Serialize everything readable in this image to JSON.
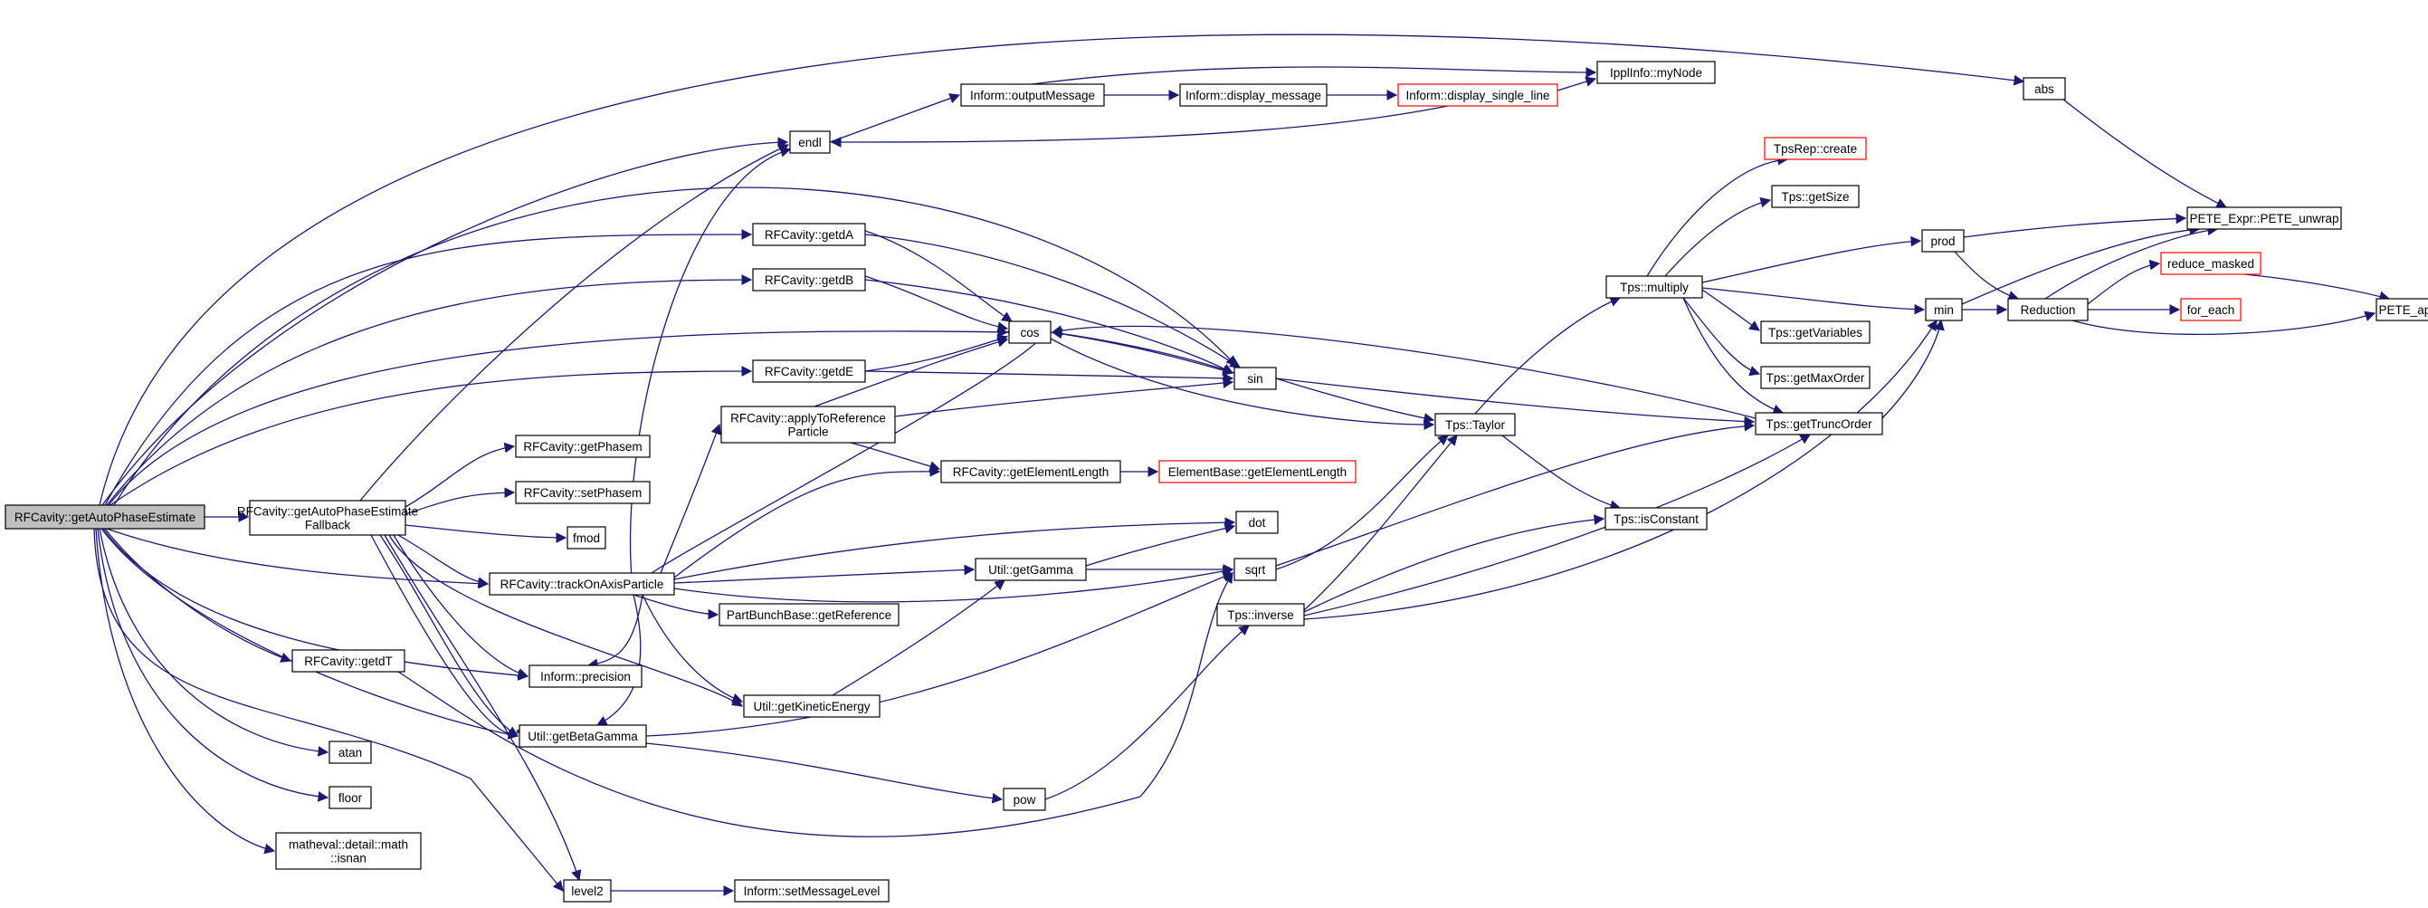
{
  "graph": {
    "colors": {
      "edge": "#191970",
      "node_border": "#000000",
      "truncated_border": "#ff0000",
      "root_fill": "#bfbfbf",
      "background": "#ffffff"
    },
    "nodes": [
      {
        "id": "root",
        "label": [
          "RFCavity::getAutoPhaseEstimate"
        ],
        "root": true
      },
      {
        "id": "fallback",
        "label": [
          "RFCavity::getAutoPhaseEstimate",
          "Fallback"
        ]
      },
      {
        "id": "endl",
        "label": [
          "endl"
        ]
      },
      {
        "id": "outputMessage",
        "label": [
          "Inform::outputMessage"
        ]
      },
      {
        "id": "display_message",
        "label": [
          "Inform::display_message"
        ]
      },
      {
        "id": "display_single_line",
        "label": [
          "Inform::display_single_line"
        ],
        "red": true
      },
      {
        "id": "myNode",
        "label": [
          "IpplInfo::myNode"
        ]
      },
      {
        "id": "abs",
        "label": [
          "abs"
        ]
      },
      {
        "id": "getdA",
        "label": [
          "RFCavity::getdA"
        ]
      },
      {
        "id": "getdB",
        "label": [
          "RFCavity::getdB"
        ]
      },
      {
        "id": "cos",
        "label": [
          "cos"
        ]
      },
      {
        "id": "getdE",
        "label": [
          "RFCavity::getdE"
        ]
      },
      {
        "id": "applyToRef",
        "label": [
          "RFCavity::applyToReference",
          "Particle"
        ]
      },
      {
        "id": "sin",
        "label": [
          "sin"
        ]
      },
      {
        "id": "getPhasem",
        "label": [
          "RFCavity::getPhasem"
        ]
      },
      {
        "id": "setPhasem",
        "label": [
          "RFCavity::setPhasem"
        ]
      },
      {
        "id": "getElementLength",
        "label": [
          "RFCavity::getElementLength"
        ]
      },
      {
        "id": "EBgetElementLength",
        "label": [
          "ElementBase::getElementLength"
        ],
        "red": true
      },
      {
        "id": "fmod",
        "label": [
          "fmod"
        ]
      },
      {
        "id": "trackOnAxis",
        "label": [
          "RFCavity::trackOnAxisParticle"
        ]
      },
      {
        "id": "dot",
        "label": [
          "dot"
        ]
      },
      {
        "id": "getGamma",
        "label": [
          "Util::getGamma"
        ]
      },
      {
        "id": "sqrt",
        "label": [
          "sqrt"
        ]
      },
      {
        "id": "getReference",
        "label": [
          "PartBunchBase::getReference"
        ]
      },
      {
        "id": "getdT",
        "label": [
          "RFCavity::getdT"
        ]
      },
      {
        "id": "precision",
        "label": [
          "Inform::precision"
        ]
      },
      {
        "id": "getKineticEnergy",
        "label": [
          "Util::getKineticEnergy"
        ]
      },
      {
        "id": "getBetaGamma",
        "label": [
          "Util::getBetaGamma"
        ]
      },
      {
        "id": "atan",
        "label": [
          "atan"
        ]
      },
      {
        "id": "floor",
        "label": [
          "floor"
        ]
      },
      {
        "id": "pow",
        "label": [
          "pow"
        ]
      },
      {
        "id": "isnan",
        "label": [
          "matheval::detail::math",
          "::isnan"
        ]
      },
      {
        "id": "level2",
        "label": [
          "level2"
        ]
      },
      {
        "id": "setMessageLevel",
        "label": [
          "Inform::setMessageLevel"
        ]
      },
      {
        "id": "inverse",
        "label": [
          "Tps::inverse"
        ]
      },
      {
        "id": "Taylor",
        "label": [
          "Tps::Taylor"
        ]
      },
      {
        "id": "isConstant",
        "label": [
          "Tps::isConstant"
        ]
      },
      {
        "id": "multiply",
        "label": [
          "Tps::multiply"
        ]
      },
      {
        "id": "TpsRepCreate",
        "label": [
          "TpsRep::create"
        ],
        "red": true
      },
      {
        "id": "getSize",
        "label": [
          "Tps::getSize"
        ]
      },
      {
        "id": "getVariables",
        "label": [
          "Tps::getVariables"
        ]
      },
      {
        "id": "getMaxOrder",
        "label": [
          "Tps::getMaxOrder"
        ]
      },
      {
        "id": "getTruncOrder",
        "label": [
          "Tps::getTruncOrder"
        ]
      },
      {
        "id": "prod",
        "label": [
          "prod"
        ]
      },
      {
        "id": "min",
        "label": [
          "min"
        ]
      },
      {
        "id": "Reduction",
        "label": [
          "Reduction"
        ]
      },
      {
        "id": "reduce_masked",
        "label": [
          "reduce_masked"
        ],
        "red": true
      },
      {
        "id": "for_each",
        "label": [
          "for_each"
        ],
        "red": true
      },
      {
        "id": "PETE_unwrap",
        "label": [
          "PETE_Expr::PETE_unwrap"
        ]
      },
      {
        "id": "PETE_apply",
        "label": [
          "PETE_apply"
        ]
      }
    ]
  }
}
